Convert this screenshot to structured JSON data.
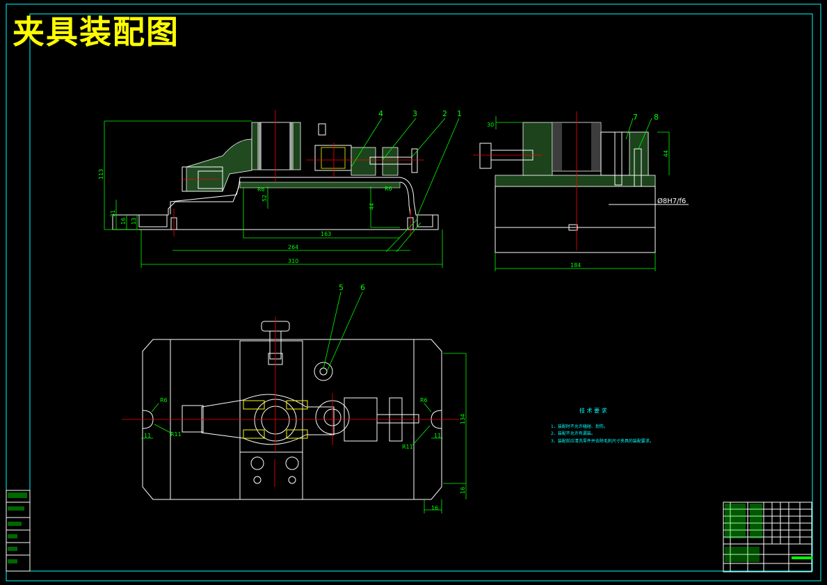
{
  "drawing": {
    "title": "夹具装配图",
    "fit_note": "Ø8H7/f6"
  },
  "part_labels": [
    "1",
    "2",
    "3",
    "4",
    "5",
    "6",
    "7",
    "8"
  ],
  "dimensions": {
    "front_view": [
      "113",
      "31",
      "16",
      "13",
      "R6",
      "52",
      "R6",
      "44",
      "163",
      "264",
      "310"
    ],
    "side_view": [
      "30",
      "44",
      "184"
    ],
    "top_view": [
      "R6",
      "11",
      "R11",
      "R6",
      "11",
      "R11",
      "134",
      "16",
      "16"
    ]
  },
  "technical_requirements": {
    "title": "技 术 要 求",
    "notes": [
      "1、装配时不允许磕碰、划伤。",
      "2、装配不允许有漏装。",
      "3、装配前应清洗零件并去除毛刺尺寸夹具的装配要求。"
    ]
  },
  "colors": {
    "background": "#000000",
    "frame": "#00ffff",
    "title": "#ffff00",
    "dimension": "#00ff00",
    "outline": "#ffffff",
    "centerline": "#ff0000"
  }
}
